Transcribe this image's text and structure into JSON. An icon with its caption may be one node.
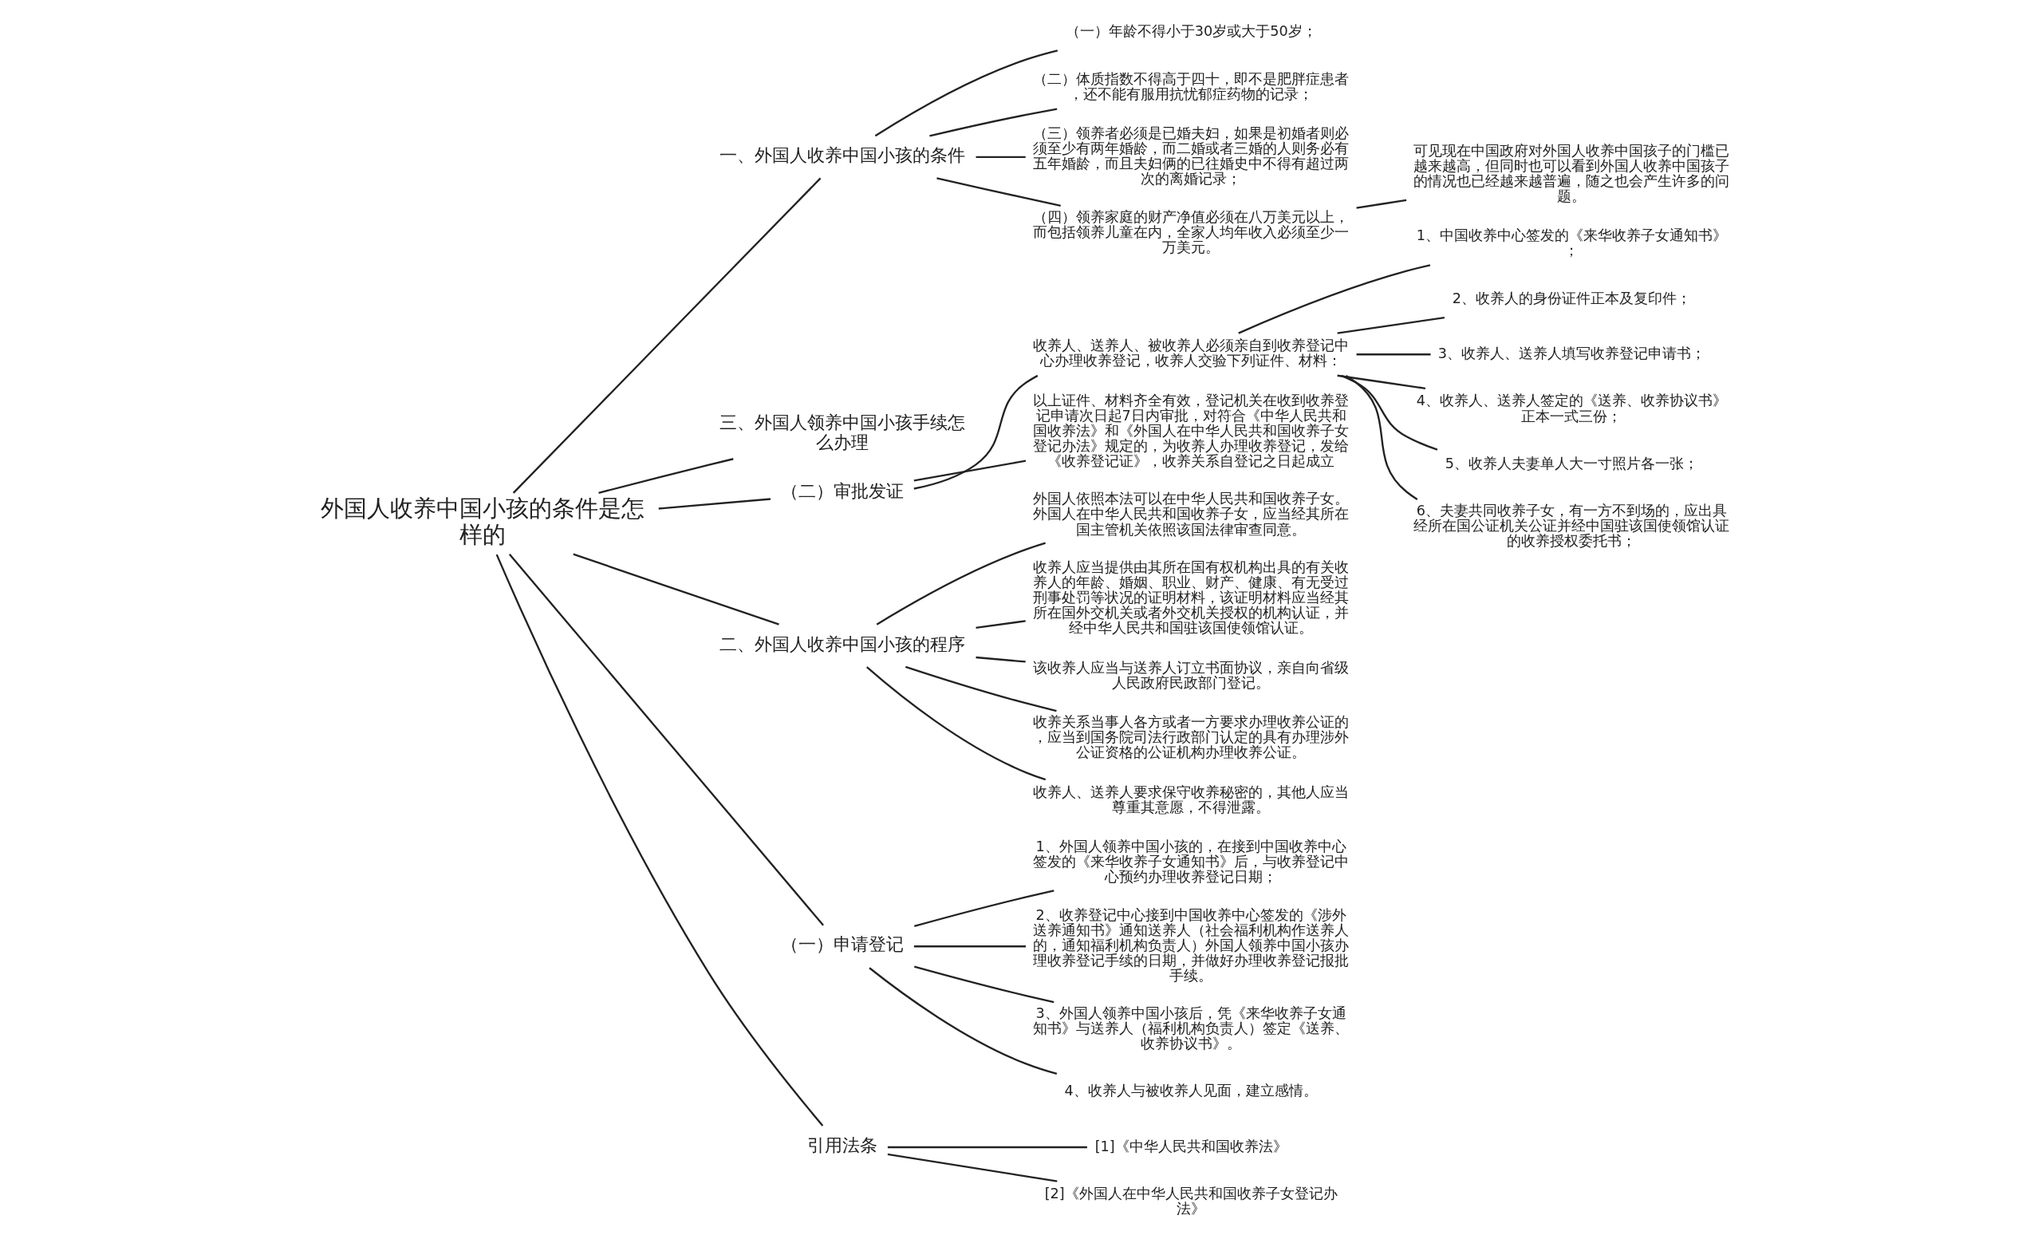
{
  "diagram": {
    "nodes": [
      {
        "text": [
          "外国人收养中国小孩的条件是怎样的"
        ]
      },
      {
        "text": [
          "一、外国人收养中国小孩的条件"
        ]
      },
      {
        "text": [
          "（一）年龄不得小于30岁或大于50岁；"
        ]
      },
      {
        "text": [
          "（二）体质指数不得高于四十，即不是肥胖症患者，还不能有服用抗忧郁症药物的记录；"
        ]
      },
      {
        "text": [
          "（三）领养者必须是已婚夫妇，如果是初婚者则必须至少有两年婚龄，而二婚或者三婚的人则务必有五年婚龄，而且夫妇俩的已往婚史中不得有超过两次的离婚记录；"
        ]
      },
      {
        "text": [
          "（四）领养家庭的财产净值必须在八万美元以上，而包括领养儿童在内，全家人均年收入必须至少一万美元。"
        ]
      },
      {
        "text": [
          "可见现在中国政府对外国人收养中国孩子的门槛已越来越高，但同时也可以看到外国人收养中国孩子的情况也已经越来越普遍，随之也会产生许多的问题。"
        ]
      },
      {
        "text": [
          "三、外国人领养中国小孩手续怎么办理"
        ]
      },
      {
        "text": [
          "（二）审批发证"
        ]
      },
      {
        "text": [
          "收养人、送养人、被收养人必须亲自到收养登记中心办理收养登记，收养人交验下列证件、材料："
        ]
      },
      {
        "text": [
          "1、中国收养中心签发的《来华收养子女通知书》；"
        ]
      },
      {
        "text": [
          "2、收养人的身份证件正本及复印件；"
        ]
      },
      {
        "text": [
          "3、收养人、送养人填写收养登记申请书；"
        ]
      },
      {
        "text": [
          "4、收养人、送养人签定的《送养、收养协议书》正本一式三份；"
        ]
      },
      {
        "text": [
          "5、收养人夫妻单人大一寸照片各一张；"
        ]
      },
      {
        "text": [
          "6、夫妻共同收养子女，有一方不到场的，应出具经所在国公证机关公证并经中国驻该国使领馆认证的收养授权委托书；"
        ]
      },
      {
        "text": [
          "以上证件、材料齐全有效，登记机关在收到收养登记申请次日起7日内审批，对符合《中华人民共和国收养法》和《外国人在中华人民共和国收养子女登记办法》规定的，为收养人办理收养登记，发给《收养登记证》，收养关系自登记之日起成立"
        ]
      },
      {
        "text": [
          "二、外国人收养中国小孩的程序"
        ]
      },
      {
        "text": [
          "外国人依照本法可以在中华人民共和国收养子女。外国人在中华人民共和国收养子女，应当经其所在国主管机关依照该国法律审查同意。"
        ]
      },
      {
        "text": [
          "收养人应当提供由其所在国有权机构出具的有关收养人的年龄、婚姻、职业、财产、健康、有无受过刑事处罚等状况的证明材料，该证明材料应当经其所在国外交机关或者外交机关授权的机构认证，并经中华人民共和国驻该国使领馆认证。"
        ]
      },
      {
        "text": [
          "该收养人应当与送养人订立书面协议，亲自向省级人民政府民政部门登记。"
        ]
      },
      {
        "text": [
          "收养关系当事人各方或者一方要求办理收养公证的，应当到国务院司法行政部门认定的具有办理涉外公证资格的公证机构办理收养公证。"
        ]
      },
      {
        "text": [
          "收养人、送养人要求保守收养秘密的，其他人应当尊重其意愿，不得泄露。"
        ]
      },
      {
        "text": [
          "（一）申请登记"
        ]
      },
      {
        "text": [
          "1、外国人领养中国小孩的，在接到中国收养中心签发的《来华收养子女通知书》后，与收养登记中心预约办理收养登记日期；"
        ]
      },
      {
        "text": [
          "2、收养登记中心接到中国收养中心签发的《涉外送养通知书》通知送养人（社会福利机构作送养人的，通知福利机构负责人）外国人领养中国小孩办理收养登记手续的日期，并做好办理收养登记报批手续。"
        ]
      },
      {
        "text": [
          "3、外国人领养中国小孩后，凭《来华收养子女通知书》与送养人（福利机构负责人）签定《送养、收养协议书》。"
        ]
      },
      {
        "text": [
          "4、收养人与被收养人见面，建立感情。"
        ]
      },
      {
        "text": [
          "引用法条"
        ]
      },
      {
        "text": [
          "[1]《中华人民共和国收养法》"
        ]
      },
      {
        "text": [
          "[2]《外国人在中华人民共和国收养子女登记办法》"
        ]
      }
    ],
    "edges": [
      {
        "from": 0,
        "to": 1,
        "arrow": "none"
      },
      {
        "from": 1,
        "to": 2,
        "arrow": "none"
      },
      {
        "from": 1,
        "to": 3,
        "arrow": "none"
      },
      {
        "from": 1,
        "to": 4,
        "arrow": "none"
      },
      {
        "from": 1,
        "to": 5,
        "arrow": "none"
      },
      {
        "from": 5,
        "to": 6,
        "arrow": "none"
      },
      {
        "from": 0,
        "to": 7,
        "arrow": "none"
      },
      {
        "from": 0,
        "to": 8,
        "arrow": "none"
      },
      {
        "from": 8,
        "to": 9,
        "arrow": "none"
      },
      {
        "from": 9,
        "to": 10,
        "arrow": "none"
      },
      {
        "from": 9,
        "to": 11,
        "arrow": "none"
      },
      {
        "from": 9,
        "to": 12,
        "arrow": "none"
      },
      {
        "from": 9,
        "to": 13,
        "arrow": "none"
      },
      {
        "from": 9,
        "to": 14,
        "arrow": "none"
      },
      {
        "from": 9,
        "to": 15,
        "arrow": "none"
      },
      {
        "from": 8,
        "to": 16,
        "arrow": "none"
      },
      {
        "from": 0,
        "to": 17,
        "arrow": "none"
      },
      {
        "from": 17,
        "to": 18,
        "arrow": "none"
      },
      {
        "from": 17,
        "to": 19,
        "arrow": "none"
      },
      {
        "from": 17,
        "to": 20,
        "arrow": "none"
      },
      {
        "from": 17,
        "to": 21,
        "arrow": "none"
      },
      {
        "from": 17,
        "to": 22,
        "arrow": "none"
      },
      {
        "from": 0,
        "to": 23,
        "arrow": "none"
      },
      {
        "from": 23,
        "to": 24,
        "arrow": "none"
      },
      {
        "from": 23,
        "to": 25,
        "arrow": "none"
      },
      {
        "from": 23,
        "to": 26,
        "arrow": "none"
      },
      {
        "from": 23,
        "to": 27,
        "arrow": "none"
      },
      {
        "from": 0,
        "to": 28,
        "arrow": "none"
      },
      {
        "from": 28,
        "to": 29,
        "arrow": "none"
      },
      {
        "from": 28,
        "to": 30,
        "arrow": "none"
      }
    ]
  }
}
